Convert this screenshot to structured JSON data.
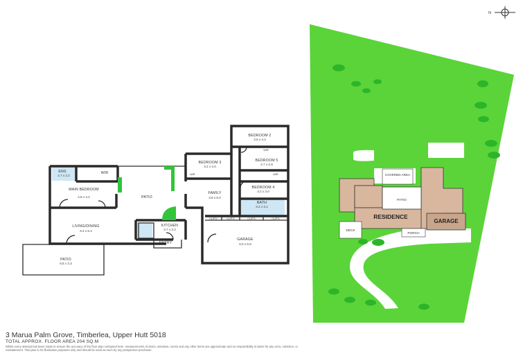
{
  "floorplan": {
    "rooms": [
      {
        "name": "ENS",
        "dims": "2.7 x 2.2"
      },
      {
        "name": "WIR",
        "dims": ""
      },
      {
        "name": "MAIN BEDROOM",
        "dims": "4.8 x 4.2"
      },
      {
        "name": "PATIO",
        "dims": ""
      },
      {
        "name": "LIVING/DINING",
        "dims": "6.4 x 6.4"
      },
      {
        "name": "KITCHEN",
        "dims": "3.7 x 3.3"
      },
      {
        "name": "ENTRY",
        "dims": ""
      },
      {
        "name": "PATIO",
        "dims": "6.6 x 3.3"
      },
      {
        "name": "BEDROOM 3",
        "dims": "3.2 x 4.0"
      },
      {
        "name": "FAMILY",
        "dims": "3.8 x 6.0"
      },
      {
        "name": "BEDROOM 2",
        "dims": "3.9 x 4.3"
      },
      {
        "name": "BEDROOM 5",
        "dims": "2.7 x 2.9"
      },
      {
        "name": "BEDROOM 4",
        "dims": "3.2 x 3.0"
      },
      {
        "name": "BATH",
        "dims": "3.2 x 3.1"
      },
      {
        "name": "GARAGE",
        "dims": "6.0 x 5.8"
      }
    ],
    "small_labels": {
      "wir2": "WIR",
      "wir3": "WIR",
      "wir4": "WIR",
      "cupd": "CUP'D"
    }
  },
  "siteplan": {
    "residence": "RESIDENCE",
    "garage": "GARAGE",
    "covered_area": "COVERED AREA",
    "patio": "PATIO",
    "deck": "DECK",
    "porch": "PORCH",
    "north_label": "N"
  },
  "caption": {
    "address": "3 Marua Palm Grove, Timberlea, Upper Hutt 5018",
    "area": "TOTAL APPROX. FLOOR AREA 204 SQ.M",
    "disclaimer": "Whilst every attempt has been made to ensure the accuracy of the floor plan contained here, measurements of doors, windows, rooms and any other items are approximate and no responsibility is taken for any error, omission, or misstatement. This plan is for illustrative purposes only and should be used as such by any prospective purchaser."
  },
  "colors": {
    "lawn": "#5bd43a",
    "tree": "#2db52a",
    "wet_area": "#cfe6f4",
    "residence_fill": "#d8b79e",
    "planter": "#32c43a"
  }
}
